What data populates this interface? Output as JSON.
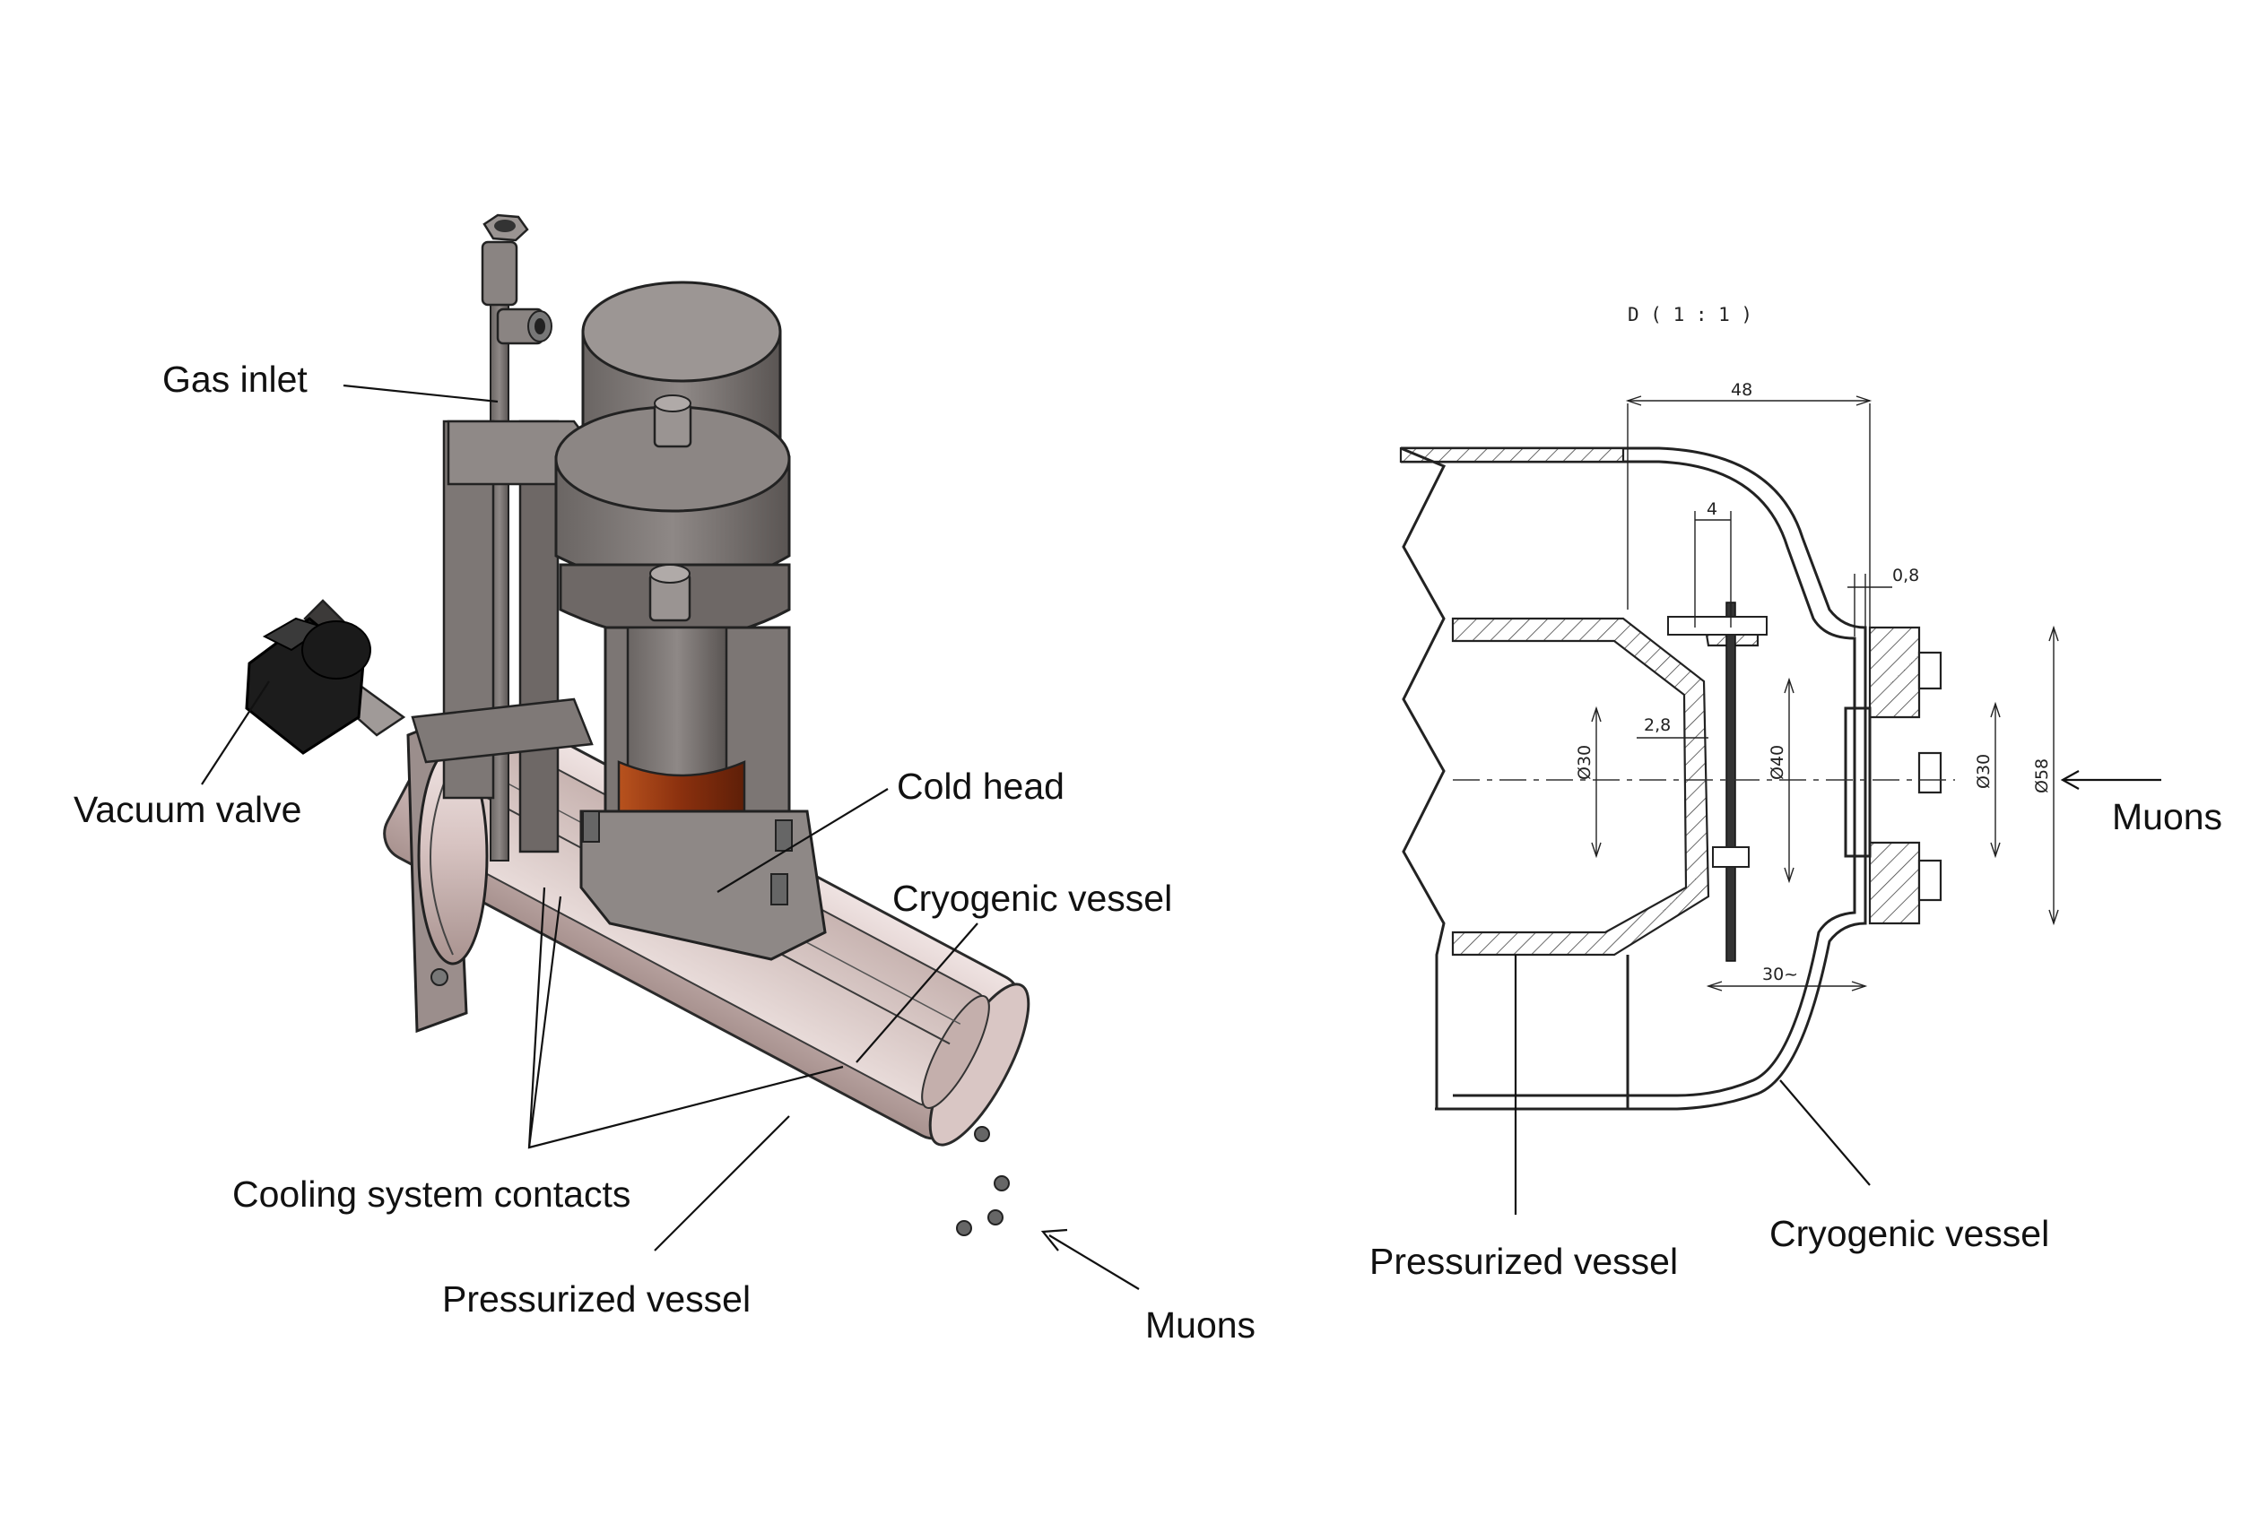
{
  "figure": {
    "left_view": {
      "labels": {
        "gas_inlet": "Gas inlet",
        "vacuum_valve": "Vacuum valve",
        "cold_head": "Cold head",
        "cryogenic_vessel": "Cryogenic vessel",
        "cooling_system_contacts": "Cooling system contacts",
        "pressurized_vessel": "Pressurized vessel",
        "muons": "Muons"
      }
    },
    "right_view": {
      "scale_note": "D ( 1 : 1 )",
      "dimensions": {
        "d48": "48",
        "d4": "4",
        "d0_8": "0,8",
        "d2_8": "2,8",
        "dia30_left": "Ø30",
        "dia40": "Ø40",
        "dia30_right": "Ø30",
        "dia58": "Ø58",
        "d30": "30~"
      },
      "labels": {
        "muons": "Muons",
        "pressurized_vessel": "Pressurized vessel",
        "cryogenic_vessel": "Cryogenic vessel"
      }
    },
    "colors": {
      "metal_dark": "#5e5a58",
      "metal_mid": "#8a8482",
      "metal_light": "#c9bcbb",
      "vessel_pink": "#dcc8c6",
      "copper": "#9a3a12",
      "valve_black": "#1c1c1c"
    }
  }
}
